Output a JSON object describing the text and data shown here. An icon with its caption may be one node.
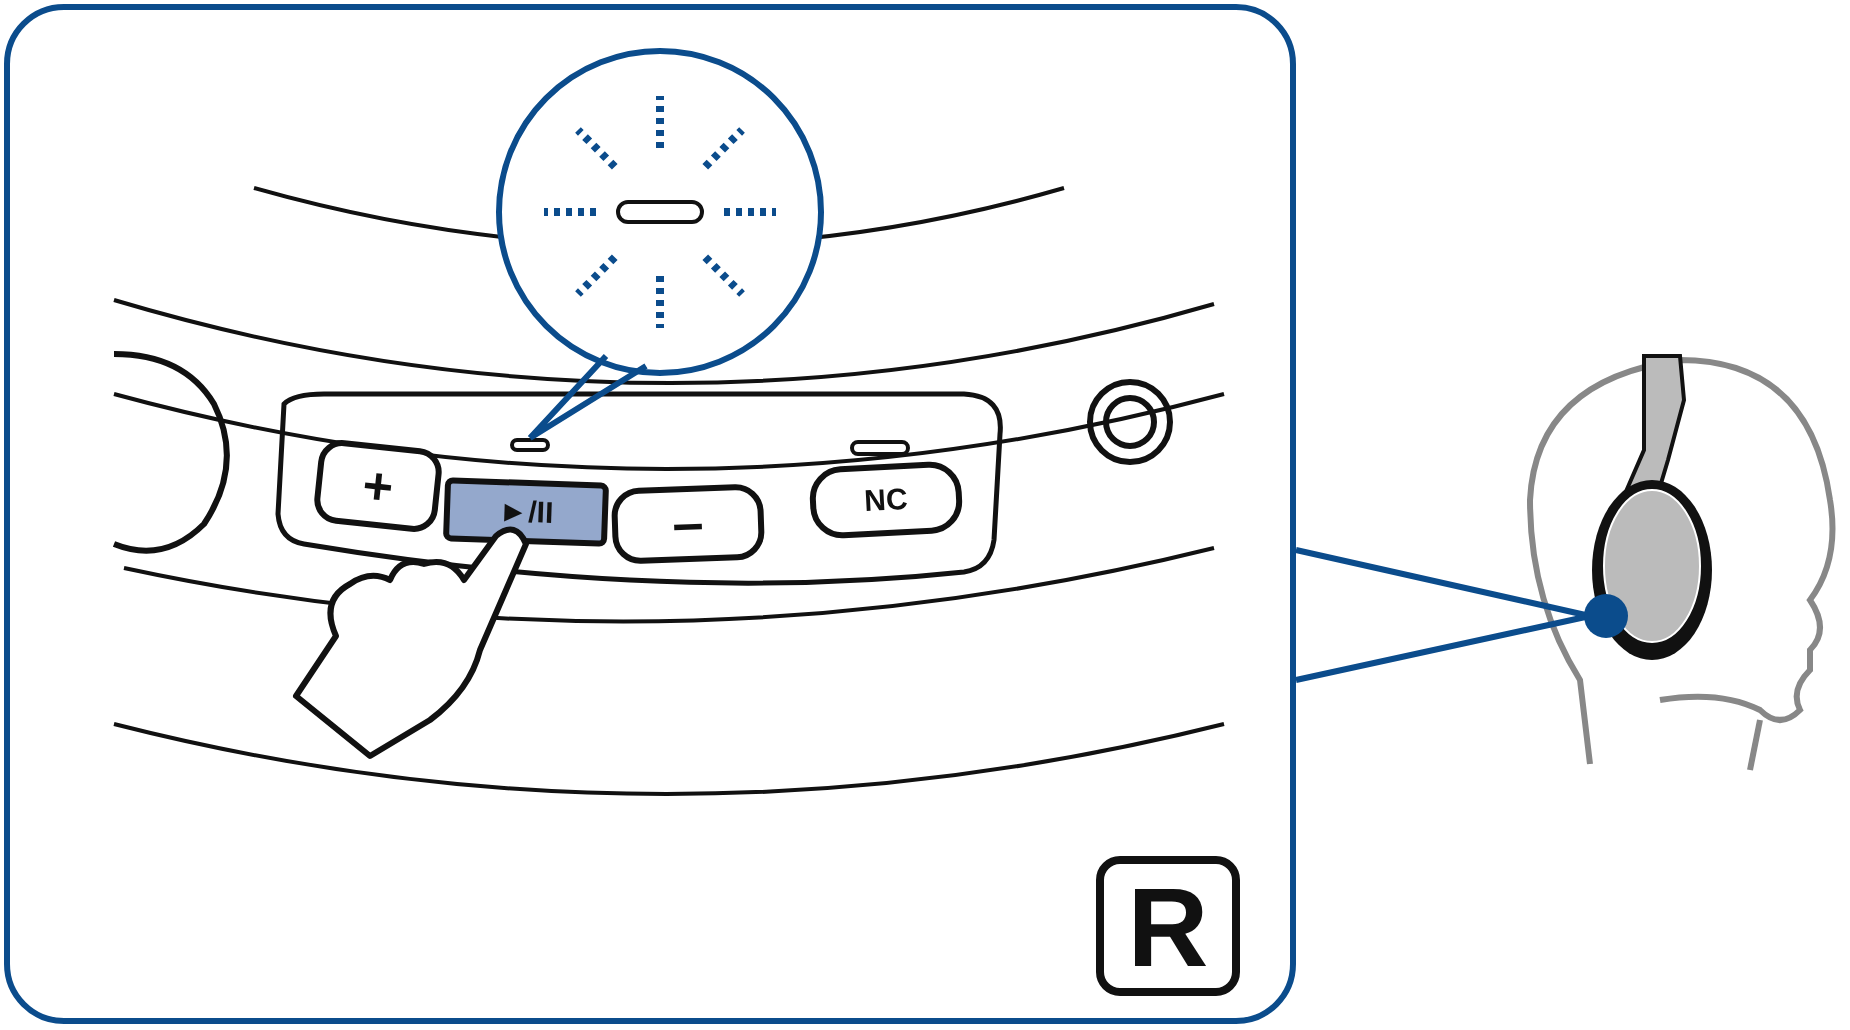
{
  "diagram": {
    "nodes": [
      {
        "text": [],
        "shape": "box"
      },
      {
        "text": [],
        "shape": "circle"
      },
      {
        "text": [],
        "shape": "circle",
        "in": 0
      },
      {
        "text": [],
        "shape": "bar",
        "in": 0
      }
    ],
    "edges": [
      {
        "from": 1,
        "to": 0,
        "arrow": "none"
      },
      {
        "from": 2,
        "to": 3,
        "arrow": "none"
      }
    ],
    "labels": [
      "+",
      "►/II",
      "–",
      "NC",
      "R"
    ]
  }
}
